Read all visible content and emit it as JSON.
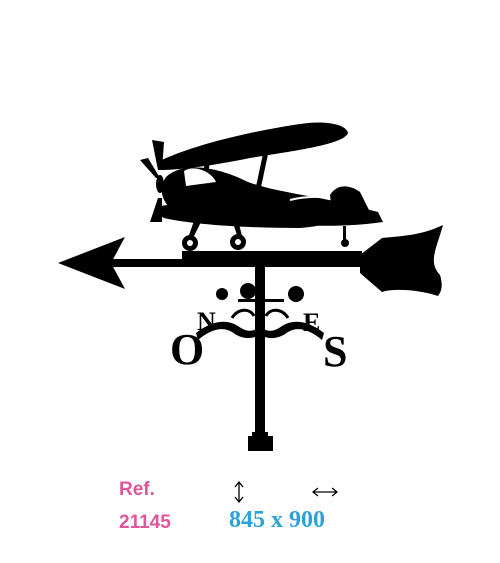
{
  "product": {
    "ref_label": "Ref.",
    "ref_number": "21145",
    "height": "845",
    "separator": "x",
    "width": "900"
  },
  "compass": {
    "north": "N",
    "east": "E",
    "south": "S",
    "west": "O"
  },
  "colors": {
    "ref": "#e0559b",
    "dims": "#2ba3d8",
    "silhouette": "#000000"
  },
  "icons": {
    "height": "vertical-double-arrow-icon",
    "width": "horizontal-double-arrow-icon"
  }
}
